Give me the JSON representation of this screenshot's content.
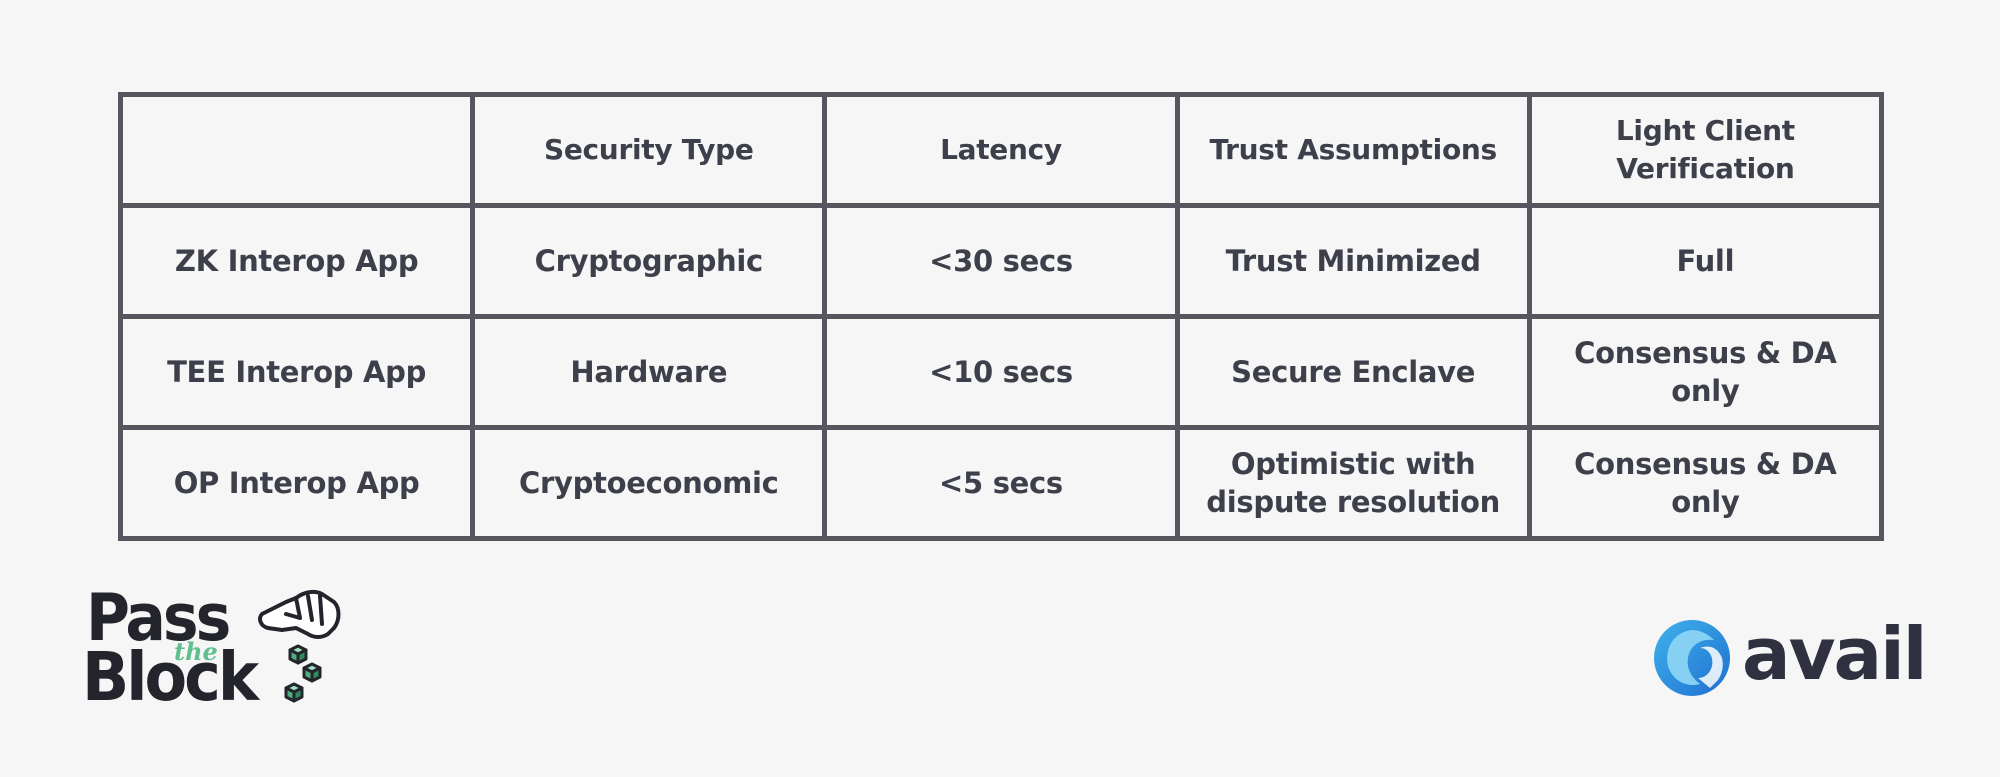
{
  "table": {
    "headers": [
      "",
      "Security Type",
      "Latency",
      "Trust Assumptions",
      "Light Client Verification"
    ],
    "rows": [
      [
        "ZK Interop App",
        "Cryptographic",
        "<30 secs",
        "Trust Minimized",
        "Full"
      ],
      [
        "TEE Interop App",
        "Hardware",
        "<10 secs",
        "Secure Enclave",
        "Consensus & DA only"
      ],
      [
        "OP Interop App",
        "Cryptoeconomic",
        "<5 secs",
        "Optimistic with dispute resolution",
        "Consensus & DA only"
      ]
    ]
  },
  "logos": {
    "pass_the_block": {
      "word_1": "Pass",
      "word_2": "the",
      "word_3": "Block",
      "accent_color": "#5fbf8e",
      "icon": "hand-dropping-blocks-icon"
    },
    "avail": {
      "word": "avail",
      "icon": "avail-logo-icon",
      "colors": [
        "#1f6fd1",
        "#3fb2ea"
      ]
    }
  },
  "colors": {
    "background": "#f6f6f6",
    "grid_lines": "#55565e",
    "text": "#3d3f4a"
  }
}
